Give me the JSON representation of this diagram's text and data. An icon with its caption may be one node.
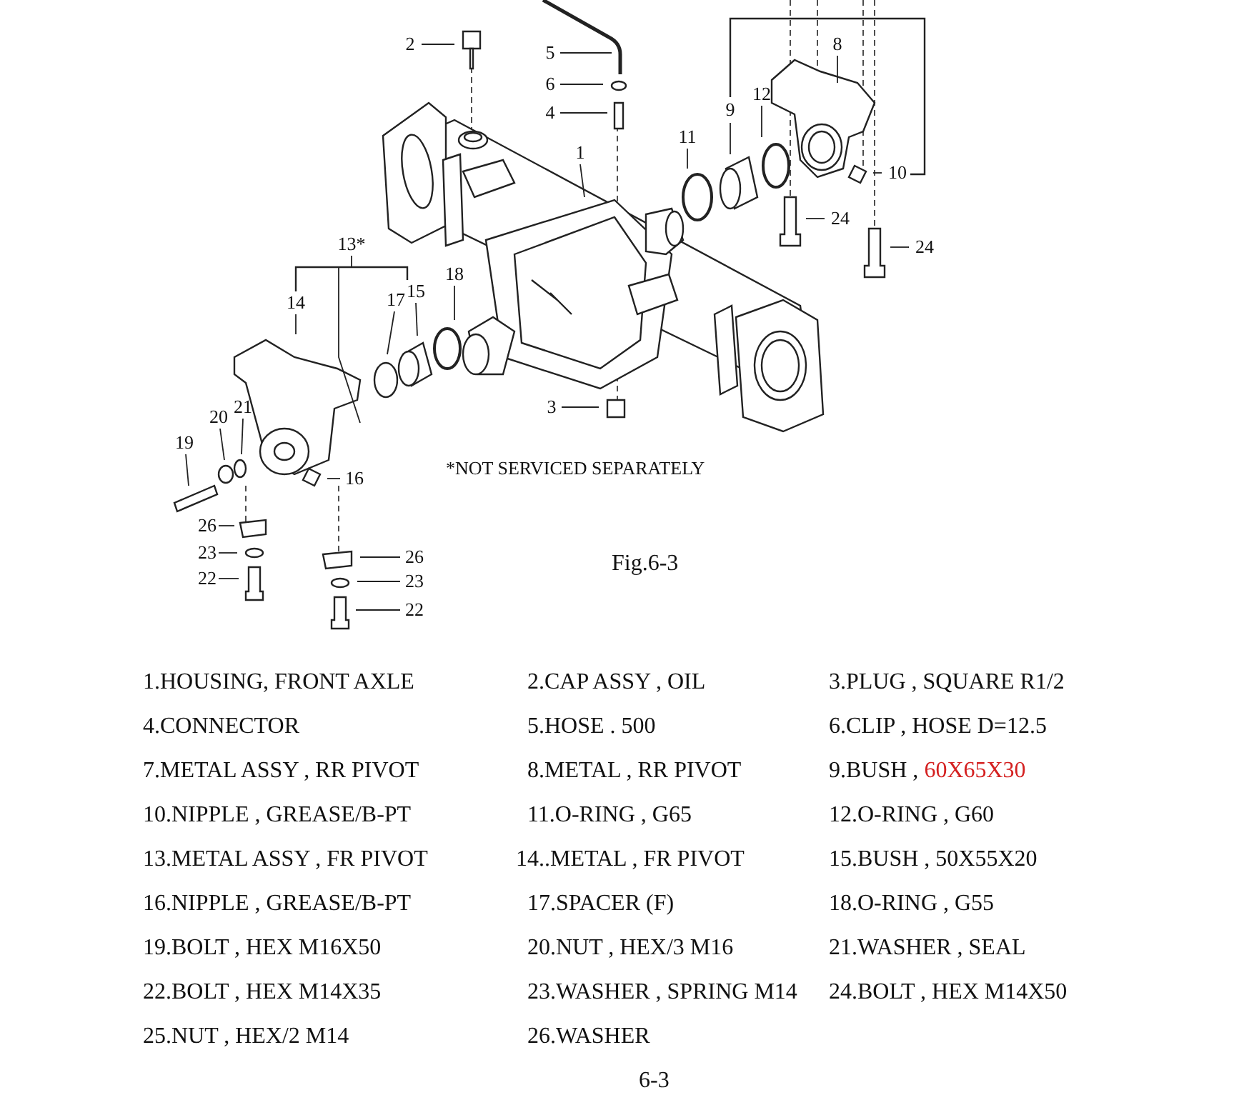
{
  "diagram": {
    "caption": "Fig.6-3",
    "nodes": [
      {
        "text": [
          "2"
        ]
      },
      {
        "text": [
          "5"
        ]
      },
      {
        "text": [
          "8"
        ]
      },
      {
        "text": [
          "6"
        ]
      },
      {
        "text": [
          "4"
        ]
      },
      {
        "text": [
          "12"
        ]
      },
      {
        "text": [
          "9"
        ]
      },
      {
        "text": [
          "11"
        ]
      },
      {
        "text": [
          "1"
        ]
      },
      {
        "text": [
          "10"
        ]
      },
      {
        "text": [
          "24"
        ]
      },
      {
        "text": [
          "24"
        ]
      },
      {
        "text": [
          "13*"
        ]
      },
      {
        "text": [
          "18"
        ]
      },
      {
        "text": [
          "15"
        ]
      },
      {
        "text": [
          "14"
        ]
      },
      {
        "text": [
          "17"
        ]
      },
      {
        "text": [
          "3"
        ]
      },
      {
        "text": [
          "21"
        ]
      },
      {
        "text": [
          "20"
        ]
      },
      {
        "text": [
          "19"
        ]
      },
      {
        "text": [
          "16"
        ]
      },
      {
        "text": [
          "26"
        ]
      },
      {
        "text": [
          "23"
        ]
      },
      {
        "text": [
          "22"
        ]
      },
      {
        "text": [
          "26"
        ]
      },
      {
        "text": [
          "23"
        ]
      },
      {
        "text": [
          "22"
        ]
      }
    ],
    "edges": [
      {
        "from": 0,
        "to": null,
        "arrow": "none"
      },
      {
        "from": 1,
        "to": null,
        "arrow": "none"
      },
      {
        "from": 2,
        "to": null,
        "arrow": "none"
      },
      {
        "from": 3,
        "to": null,
        "arrow": "none"
      },
      {
        "from": 4,
        "to": null,
        "arrow": "none"
      },
      {
        "from": 5,
        "to": null,
        "arrow": "none"
      },
      {
        "from": 6,
        "to": null,
        "arrow": "none"
      },
      {
        "from": 7,
        "to": null,
        "arrow": "none"
      },
      {
        "from": 8,
        "to": null,
        "arrow": "none"
      },
      {
        "from": 9,
        "to": null,
        "arrow": "none"
      },
      {
        "from": 10,
        "to": null,
        "arrow": "none"
      },
      {
        "from": 11,
        "to": null,
        "arrow": "none"
      },
      {
        "from": 12,
        "to": null,
        "arrow": "none"
      },
      {
        "from": 13,
        "to": null,
        "arrow": "none"
      },
      {
        "from": 14,
        "to": null,
        "arrow": "none"
      },
      {
        "from": 15,
        "to": null,
        "arrow": "none"
      },
      {
        "from": 16,
        "to": null,
        "arrow": "none"
      },
      {
        "from": 17,
        "to": null,
        "arrow": "none"
      },
      {
        "from": 18,
        "to": null,
        "arrow": "none"
      },
      {
        "from": 19,
        "to": null,
        "arrow": "none"
      },
      {
        "from": 20,
        "to": null,
        "arrow": "none"
      },
      {
        "from": 21,
        "to": null,
        "arrow": "none"
      },
      {
        "from": 22,
        "to": null,
        "arrow": "none"
      },
      {
        "from": 23,
        "to": null,
        "arrow": "none"
      },
      {
        "from": 24,
        "to": null,
        "arrow": "none"
      },
      {
        "from": 25,
        "to": null,
        "arrow": "none"
      },
      {
        "from": 26,
        "to": null,
        "arrow": "none"
      },
      {
        "from": 27,
        "to": null,
        "arrow": "none"
      }
    ],
    "labels": [
      "*NOT SERVICED SEPARATELY",
      "1.HOUSING, FRONT AXLE",
      "2.CAP ASSY , OIL",
      "3.PLUG , SQUARE R1/2",
      "4.CONNECTOR",
      "5.HOSE . 500",
      "6.CLIP , HOSE D=12.5",
      "7.METAL ASSY , RR PIVOT",
      "8.METAL , RR PIVOT",
      "9.BUSH , 60X65X30",
      "10.NIPPLE , GREASE/B-PT",
      "11.O-RING , G65",
      "12.O-RING , G60",
      "13.METAL ASSY , FR PIVOT",
      "14..METAL , FR PIVOT",
      "15.BUSH , 50X55X20",
      "16.NIPPLE , GREASE/B-PT",
      "17.SPACER (F)",
      "18.O-RING , G55",
      "19.BOLT , HEX M16X50",
      "20.NUT , HEX/3 M16",
      "21.WASHER , SEAL",
      "22.BOLT , HEX M14X35",
      "23.WASHER , SPRING M14",
      "24.BOLT , HEX M14X50",
      "25.NUT , HEX/2 M14",
      "26.WASHER",
      "6-3"
    ]
  }
}
